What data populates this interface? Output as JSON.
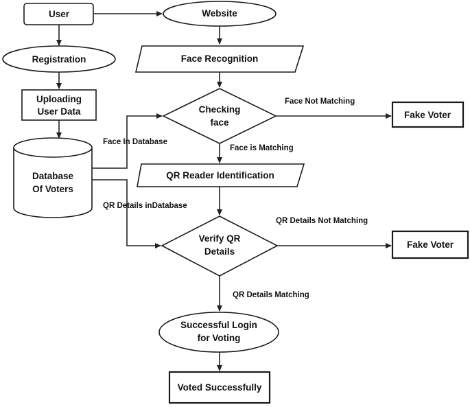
{
  "nodes": {
    "user": "User",
    "website": "Website",
    "registration": "Registration",
    "uploading_line1": "Uploading",
    "uploading_line2": "User Data",
    "database_line1": "Database",
    "database_line2": "Of Voters",
    "face_recognition": "Face Recognition",
    "checking_line1": "Checking",
    "checking_line2": "face",
    "fake_voter_1": "Fake Voter",
    "qr_reader": "QR Reader Identification",
    "verify_line1": "Verify QR",
    "verify_line2": "Details",
    "fake_voter_2": "Fake Voter",
    "login_line1": "Successful Login",
    "login_line2": "for Voting",
    "voted": "Voted Successfully"
  },
  "edge_labels": {
    "face_not_matching": "Face Not Matching",
    "face_in_database": "Face In Database",
    "face_is_matching": "Face is Matching",
    "qr_details_in_database": "QR Details inDatabase",
    "qr_not_matching": "QR Details Not Matching",
    "qr_matching": "QR Details Matching"
  },
  "colors": {
    "stroke": "#1a1a1a",
    "text": "#111111",
    "background": "#ffffff"
  }
}
